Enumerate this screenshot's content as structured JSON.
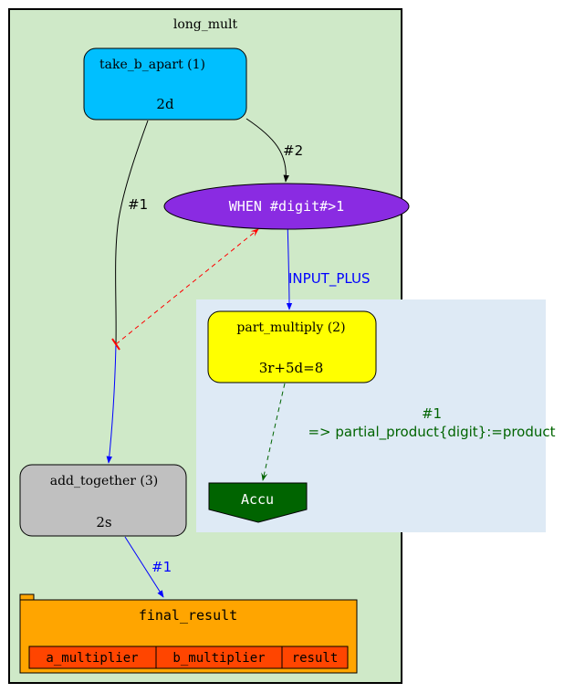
{
  "cluster": {
    "title": "long_mult"
  },
  "nodes": {
    "take_b_apart": {
      "title": "take_b_apart (1)",
      "subtitle": "2d"
    },
    "when_digit": {
      "label": "WHEN #digit#>1"
    },
    "part_multiply": {
      "title": "part_multiply (2)",
      "subtitle": "3r+5d=8"
    },
    "accu": {
      "label": "Accu"
    },
    "add_together": {
      "title": "add_together (3)",
      "subtitle": "2s"
    },
    "final_result": {
      "title": "final_result",
      "fields": [
        "a_multiplier",
        "b_multiplier",
        "result"
      ]
    }
  },
  "edges": {
    "take_to_when": "#2",
    "take_to_add": "#1",
    "when_to_part": "INPUT_PLUS",
    "part_to_accu_line1": "#1",
    "part_to_accu_line2": "=> partial_product{digit}:=product",
    "add_to_final": "#1"
  },
  "colors": {
    "cluster_fill": "#cfe9c8",
    "subcluster_fill": "#deeaf5",
    "take_b_apart": "#00bfff",
    "when_digit": "#8a2be2",
    "part_multiply": "#ffff00",
    "accu": "#006400",
    "add_together": "#c0c0c0",
    "final_result": "#ffa500",
    "final_fields": "#ff4500",
    "blue_edge": "#0000ff",
    "red_edge": "#ff0000",
    "green_edge": "#006400"
  }
}
